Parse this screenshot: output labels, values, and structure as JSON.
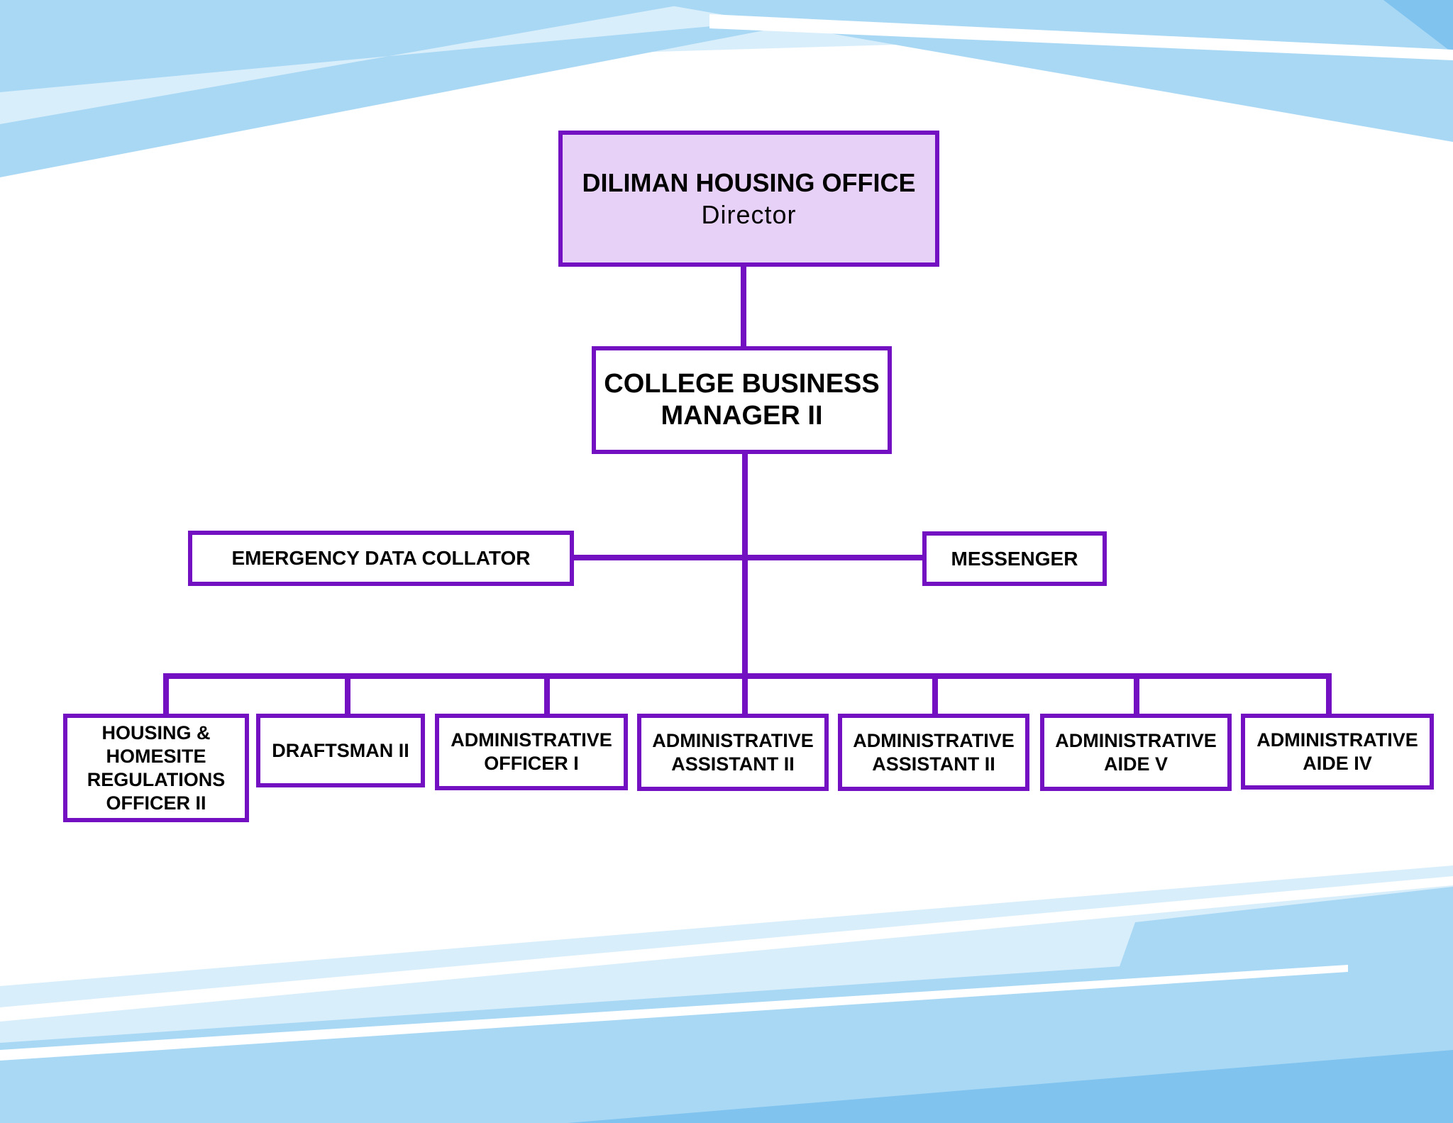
{
  "colors": {
    "line": "#7210c2",
    "top_fill": "#e8d1f7",
    "box_fill": "#ffffff",
    "text": "#000000",
    "wave_light": "#d9eefb",
    "wave_mid": "#a9d8f5",
    "wave_deep": "#7fc3ee"
  },
  "chart": {
    "director": {
      "title": "DILIMAN HOUSING OFFICE",
      "subtitle": "Director"
    },
    "manager": {
      "lines": [
        "COLLEGE BUSINESS",
        "MANAGER II"
      ]
    },
    "side": [
      {
        "lines": [
          "EMERGENCY DATA COLLATOR"
        ]
      },
      {
        "lines": [
          "MESSENGER"
        ]
      }
    ],
    "staff": [
      {
        "lines": [
          "HOUSING &",
          "HOMESITE",
          "REGULATIONS",
          "OFFICER II"
        ]
      },
      {
        "lines": [
          "DRAFTSMAN II"
        ]
      },
      {
        "lines": [
          "ADMINISTRATIVE",
          "OFFICER I"
        ]
      },
      {
        "lines": [
          "ADMINISTRATIVE",
          "ASSISTANT II"
        ]
      },
      {
        "lines": [
          "ADMINISTRATIVE",
          "ASSISTANT II"
        ]
      },
      {
        "lines": [
          "ADMINISTRATIVE",
          "AIDE V"
        ]
      },
      {
        "lines": [
          "ADMINISTRATIVE",
          "AIDE IV"
        ]
      }
    ]
  }
}
